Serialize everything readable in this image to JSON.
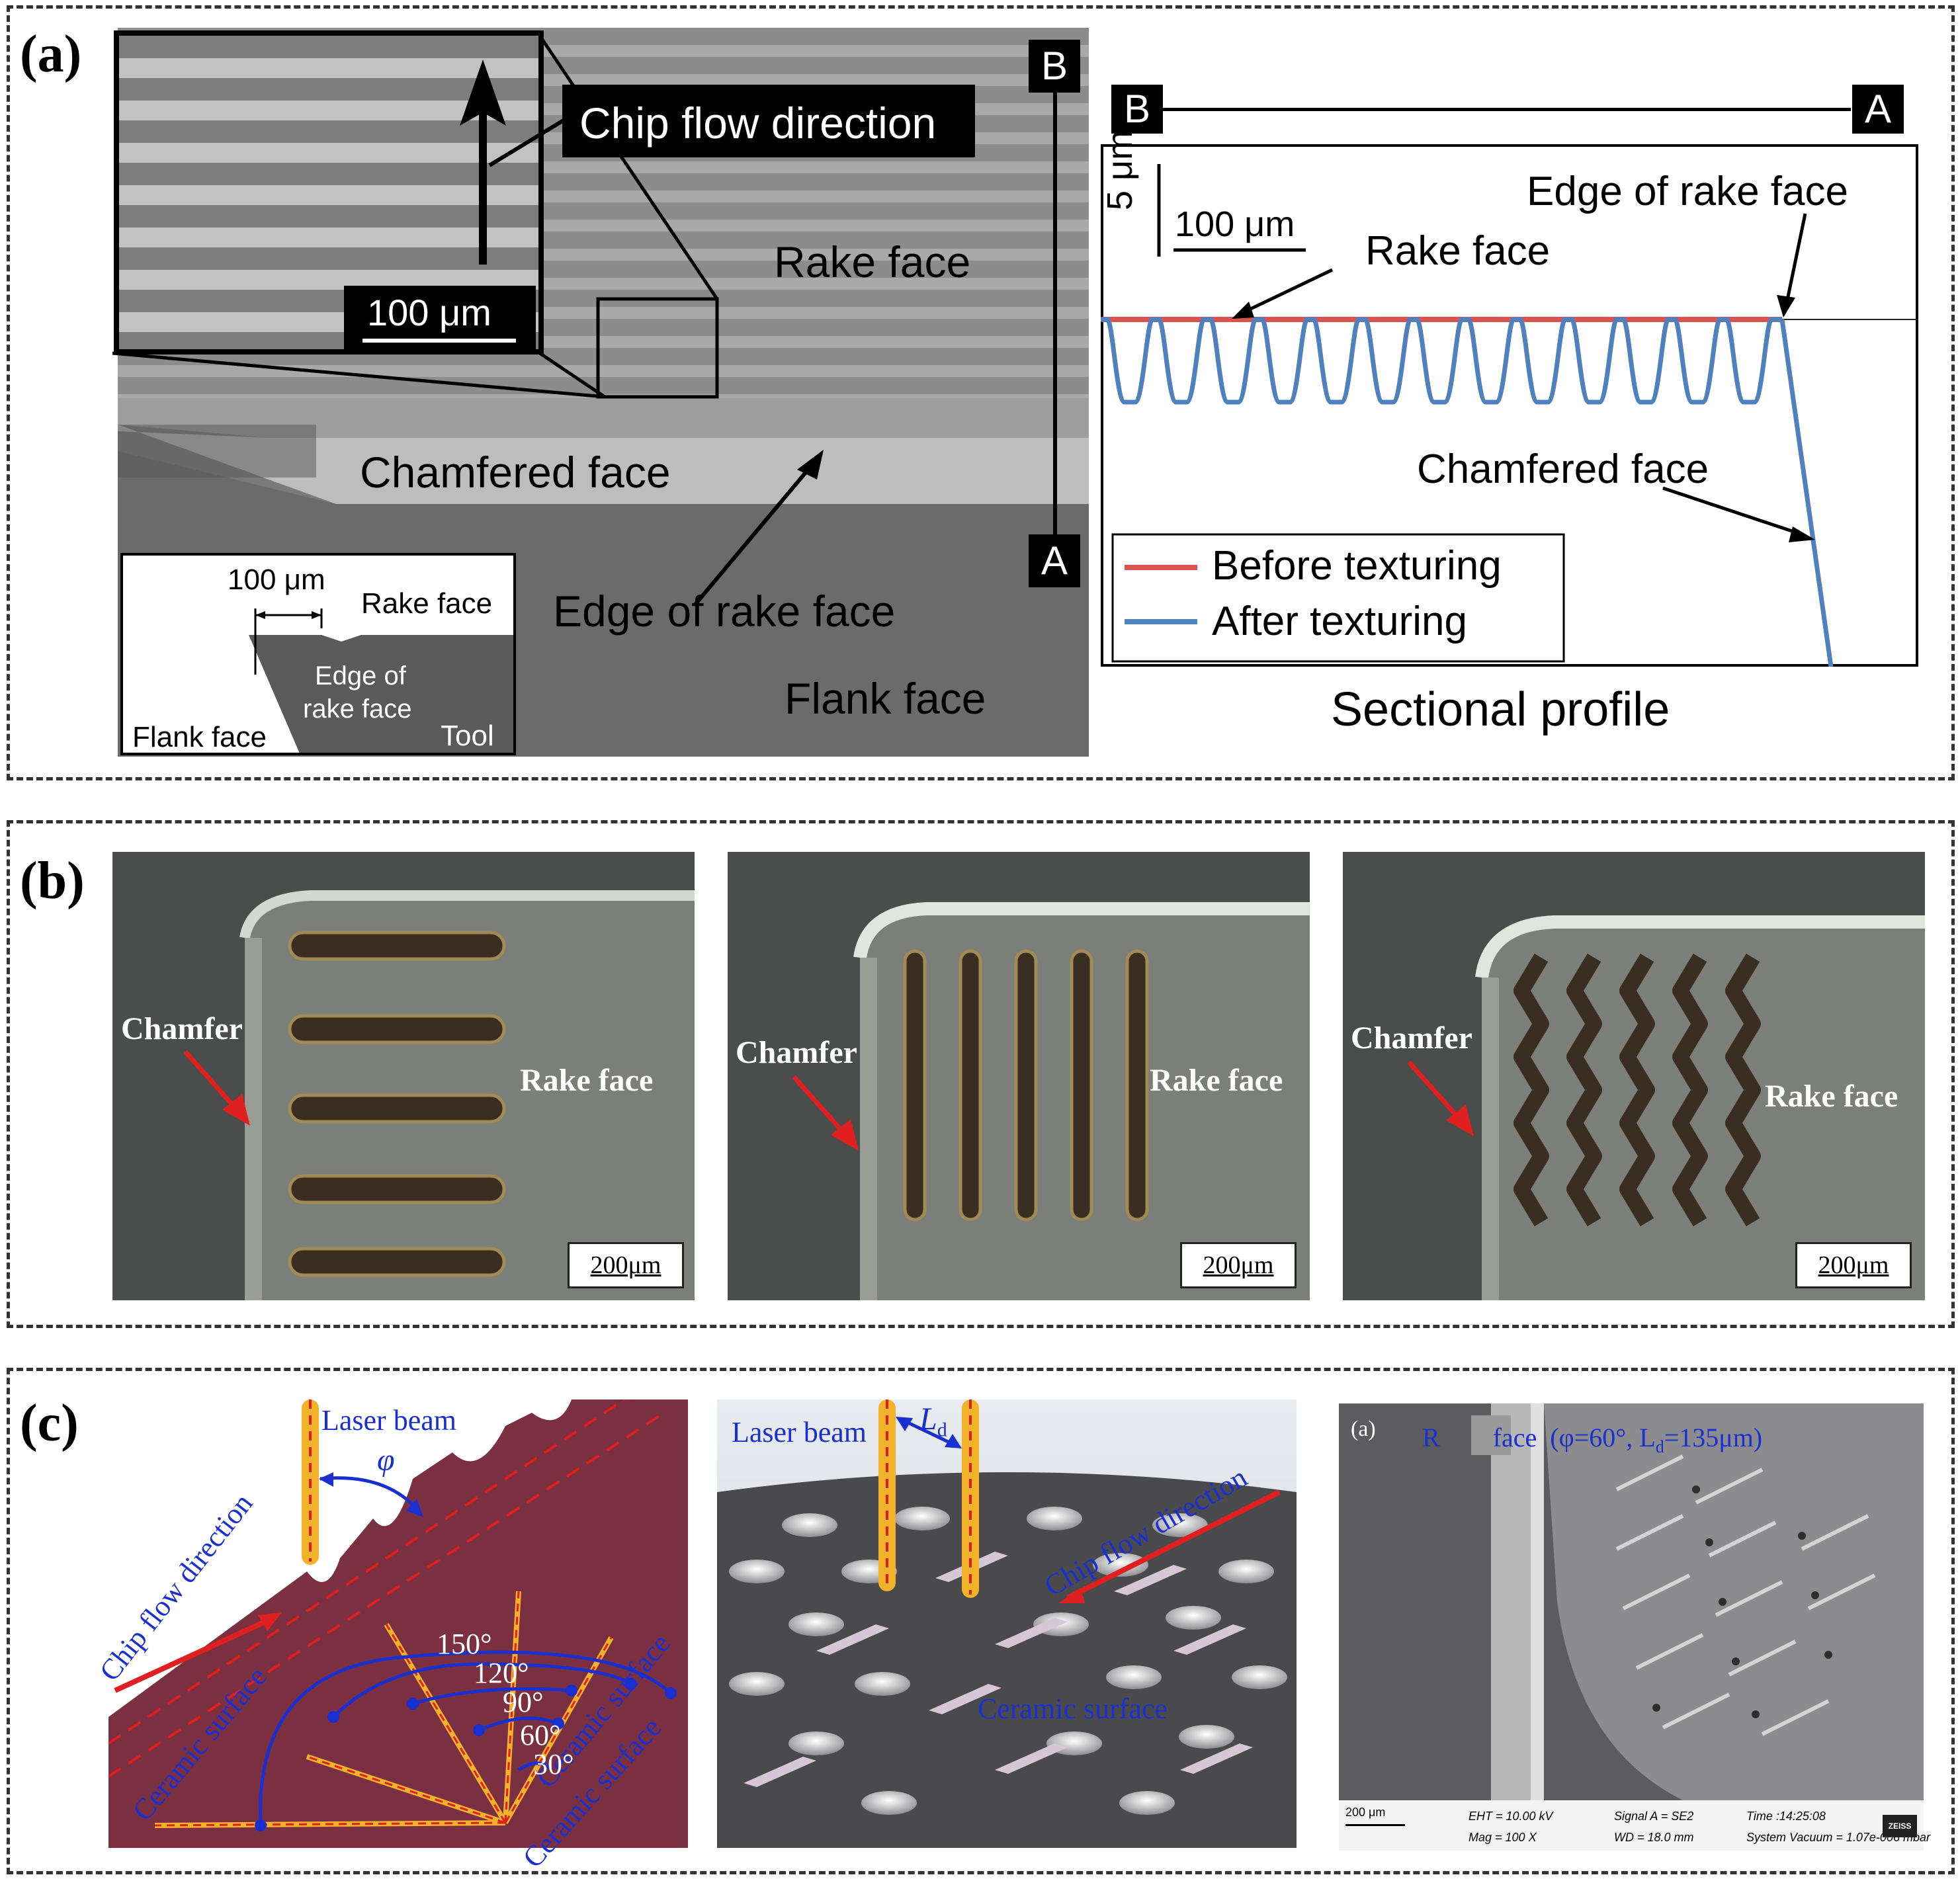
{
  "panels": {
    "a": {
      "letter": "(a)",
      "sem": {
        "chip_flow": "Chip flow direction",
        "rake_face": "Rake face",
        "chamfered_face": "Chamfered face",
        "edge_of_rake_face": "Edge of rake face",
        "flank_face": "Flank face",
        "inset_scale": "100 μm",
        "marker_b": "B",
        "marker_a": "A",
        "schematic": {
          "scale": "100 μm",
          "rake_face": "Rake face",
          "edge_line1": "Edge of",
          "edge_line2": "rake face",
          "flank_face": "Flank face",
          "tool": "Tool"
        }
      },
      "profile": {
        "marker_b": "B",
        "marker_a": "A",
        "vscale": "5 μm",
        "hscale": "100 μm",
        "edge_of_rake_face": "Edge of rake face",
        "rake_face": "Rake face",
        "chamfered_face": "Chamfered face",
        "legend_before": "Before texturing",
        "legend_after": "After texturing",
        "caption": "Sectional profile",
        "color_before": "#d9534f",
        "color_after": "#4f81bd"
      }
    },
    "b": {
      "letter": "(b)",
      "photos": [
        {
          "chamfer": "Chamfer",
          "rake": "Rake face",
          "scale": "200μm"
        },
        {
          "chamfer": "Chamfer",
          "rake": "Rake face",
          "scale": "200μm"
        },
        {
          "chamfer": "Chamfer",
          "rake": "Rake face",
          "scale": "200μm"
        }
      ]
    },
    "c": {
      "letter": "(c)",
      "left": {
        "laser_beam": "Laser beam",
        "phi": "φ",
        "chip_flow": "Chip flow direction",
        "ceramic_1": "Ceramic surface",
        "ceramic_2": "Ceramic surface",
        "ceramic_3": "Ceramic surface",
        "angles": [
          "150°",
          "120°",
          "90°",
          "60°",
          "30°"
        ]
      },
      "middle": {
        "laser_beam": "Laser beam",
        "ld": "L",
        "ld_sub": "d",
        "chip_flow": "Chip flow direction",
        "ceramic": "Ceramic surface"
      },
      "right": {
        "label_a": "(a)",
        "title_r": "R",
        "title_face": "face",
        "title_params": "(φ=60°, L",
        "title_sub": "d",
        "title_tail": "=135μm)",
        "scale": "200 μm",
        "footer": {
          "eht": "EHT = 10.00 kV",
          "signal": "Signal A = SE2",
          "time": "Time :14:25:08",
          "mag": "Mag =   100 X",
          "wd": "WD = 18.0 mm",
          "vacuum": "System Vacuum = 1.07e-006 mbar",
          "brand": "ZEISS"
        }
      }
    }
  }
}
